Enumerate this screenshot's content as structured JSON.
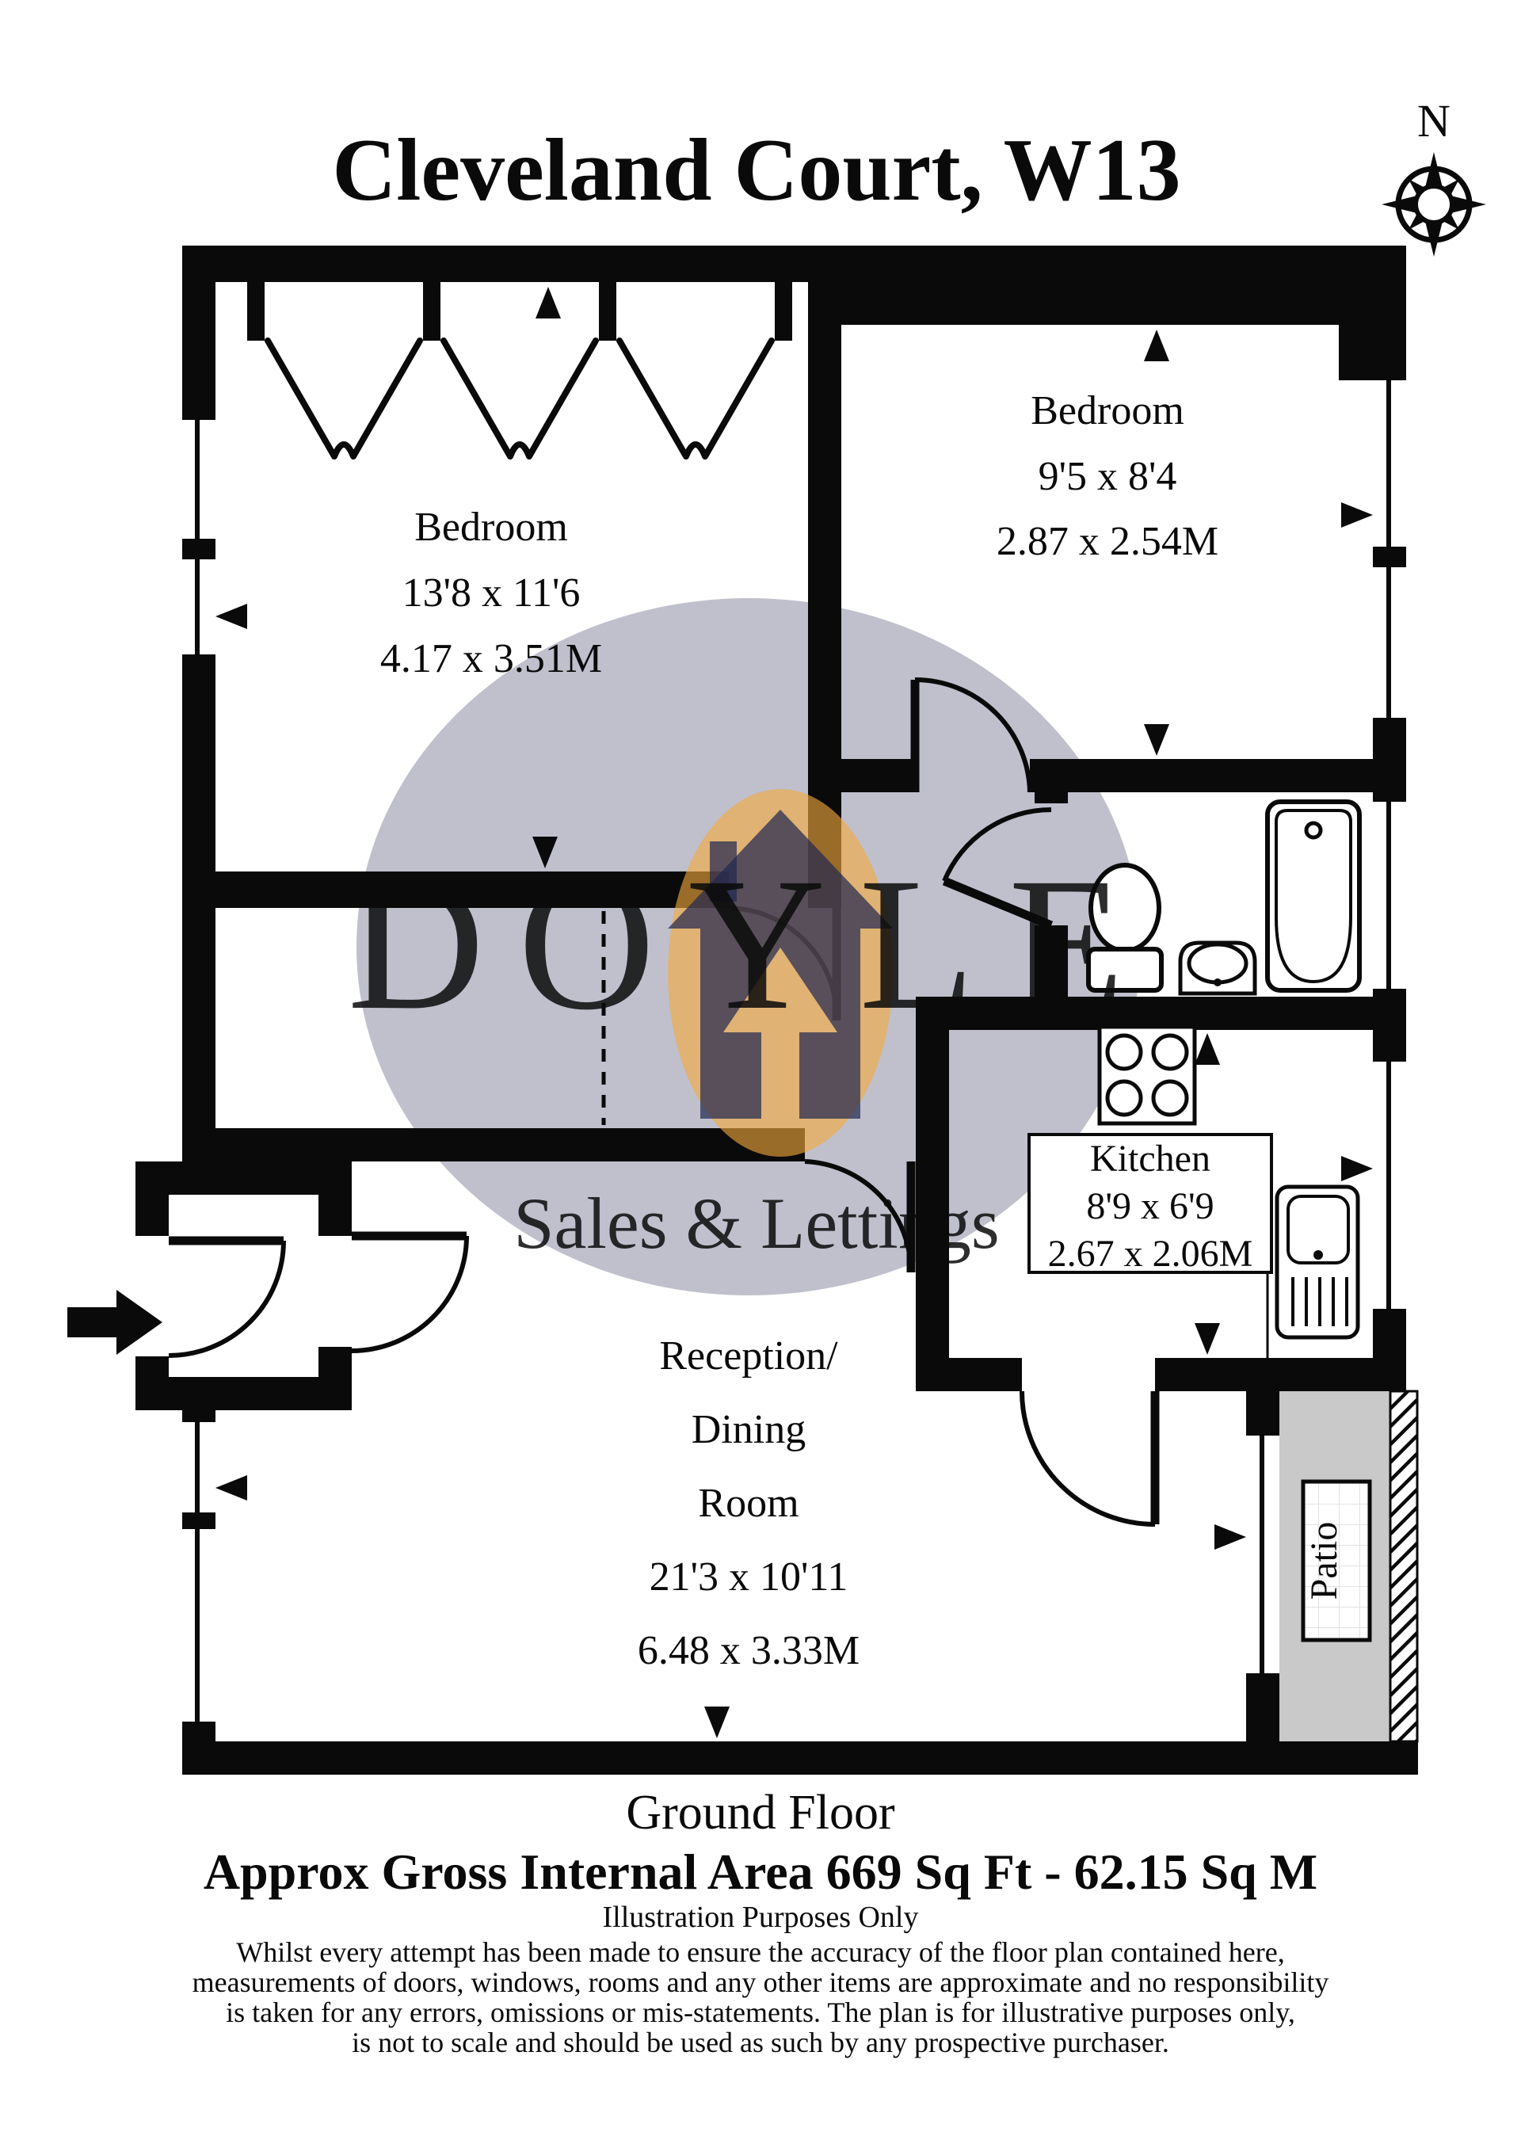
{
  "title": "Cleveland Court, W13",
  "compass": {
    "north": "N"
  },
  "rooms": {
    "bedroom_left": {
      "name": "Bedroom",
      "size_imperial": "13'8 x 11'6",
      "size_metric": "4.17 x 3.51M"
    },
    "bedroom_right": {
      "name": "Bedroom",
      "size_imperial": "9'5 x 8'4",
      "size_metric": "2.87 x 2.54M"
    },
    "kitchen": {
      "name": "Kitchen",
      "size_imperial": "8'9 x 6'9",
      "size_metric": "2.67 x 2.06M"
    },
    "reception": {
      "name_lines": [
        "Reception/",
        "Dining",
        "Room"
      ],
      "size_imperial": "21'3 x 10'11",
      "size_metric": "6.48 x 3.33M"
    },
    "patio": {
      "name": "Patio"
    }
  },
  "watermark": {
    "brand": "DOYLE",
    "tagline": "Sales & Lettings"
  },
  "footer": {
    "floor_label": "Ground Floor",
    "area_label": "Approx Gross Internal Area  669 Sq Ft  -  62.15 Sq M",
    "note": "Illustration Purposes Only",
    "disclaimer": [
      "Whilst every attempt has been made to ensure the accuracy of the floor plan contained here,",
      "measurements of doors, windows, rooms and any other items are approximate and no responsibility",
      "is taken for any errors, omissions or mis-statements. The plan is for illustrative purposes only,",
      "is not to scale and should be used as such by any prospective purchaser."
    ]
  },
  "colors": {
    "wall": "#0a0a0a",
    "patio_floor": "#c9c9c9",
    "watermark_navy": "#2a2f57",
    "watermark_gold": "#f3a93d",
    "watermark_text": "#ffffff"
  }
}
